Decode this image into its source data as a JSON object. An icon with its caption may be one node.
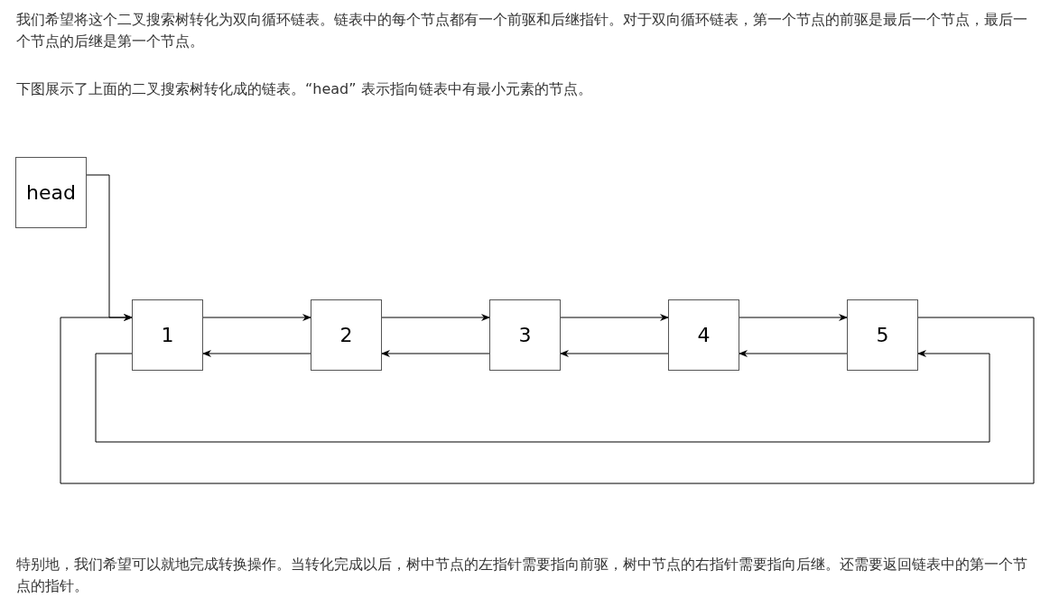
{
  "diagram": {
    "nodes": [
      {
        "text": [
          "head"
        ]
      },
      {
        "text": [
          "1"
        ]
      },
      {
        "text": [
          "2"
        ]
      },
      {
        "text": [
          "3"
        ]
      },
      {
        "text": [
          "4"
        ]
      },
      {
        "text": [
          "5"
        ]
      }
    ],
    "edges": [
      {
        "from": 0,
        "to": 1,
        "arrow": "to"
      },
      {
        "from": 1,
        "to": 2,
        "arrow": "to"
      },
      {
        "from": 2,
        "to": 3,
        "arrow": "to"
      },
      {
        "from": 3,
        "to": 4,
        "arrow": "to"
      },
      {
        "from": 4,
        "to": 5,
        "arrow": "to"
      },
      {
        "from": 2,
        "to": 1,
        "arrow": "to"
      },
      {
        "from": 3,
        "to": 2,
        "arrow": "to"
      },
      {
        "from": 4,
        "to": 3,
        "arrow": "to"
      },
      {
        "from": 5,
        "to": 4,
        "arrow": "to"
      },
      {
        "from": 5,
        "to": 1,
        "arrow": "to"
      },
      {
        "from": 1,
        "to": 5,
        "arrow": "to"
      }
    ],
    "labels": [
      "我们希望将这个二叉搜索树转化为双向循环链表。链表中的每个节点都有一个前驱和后继指针。对于双向循环链表，第一个节点的前驱是最后一个节点，最后一个节点的后继是第一个节点。",
      "下图展示了上面的二叉搜索树转化成的链表。“head” 表示指向链表中有最小元素的节点。",
      "特别地，我们希望可以就地完成转换操作。当转化完成以后，树中节点的左指针需要指向前驱，树中节点的右指针需要指向后继。还需要返回链表中的第一个节点的指针。"
    ]
  }
}
